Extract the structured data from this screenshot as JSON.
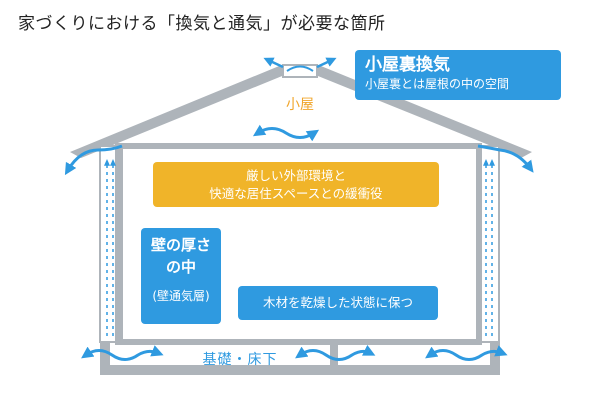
{
  "heading": "家づくりにおける「換気と通気」が必要な箇所",
  "attic_callout": {
    "title": "小屋裏換気",
    "subtitle": "小屋裏とは屋根の中の空間"
  },
  "attic_label": "小屋",
  "buffer_callout": {
    "line1": "厳しい外部環境と",
    "line2": "快適な居住スペースとの緩衝役"
  },
  "wall_callout": {
    "line1": "壁の厚さ",
    "line2": "の中",
    "line3": "(壁通気層)"
  },
  "wood_callout": "木材を乾燥した状態に保つ",
  "floor_label": "基礎・床下",
  "colors": {
    "structure": "#aeb4ba",
    "accent_blue": "#2f9ae0",
    "accent_orange": "#f0b429",
    "arrow": "#2f9ae0"
  },
  "icons": [
    "ridge-vent-icon",
    "airflow-arrow-icon",
    "wall-updraft-arrow-icon"
  ]
}
